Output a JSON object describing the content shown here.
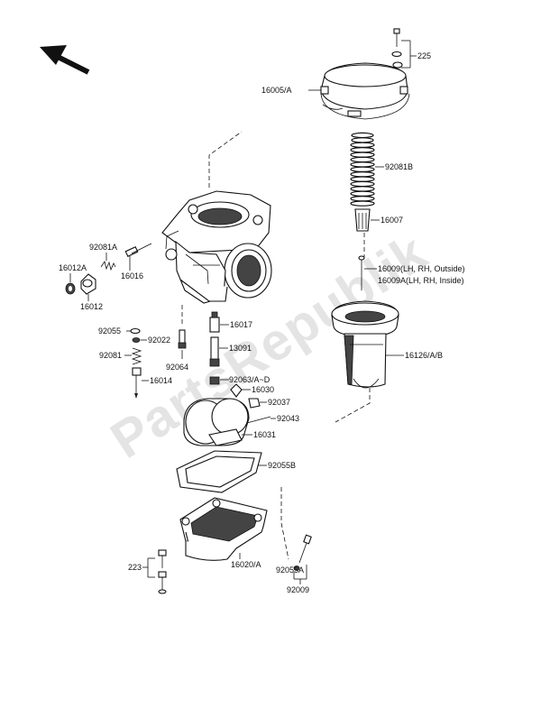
{
  "watermark": "PartsRepublik",
  "labels": {
    "l225": "225",
    "l16005": "16005/A",
    "l92081b": "92081B",
    "l16007": "16007",
    "l16009": "16009(LH, RH, Outside)",
    "l16009a": "16009A(LH, RH, Inside)",
    "l16126": "16126/A/B",
    "l92081a": "92081A",
    "l16012a": "16012A",
    "l16016": "16016",
    "l16012": "16012",
    "l16017": "16017",
    "l92055": "92055",
    "l92022": "92022",
    "l13091": "13091",
    "l92081": "92081",
    "l92064": "92064",
    "l92063": "92063/A~D",
    "l16014": "16014",
    "l16030": "16030",
    "l92037": "92037",
    "l92043": "92043",
    "l16031": "16031",
    "l92055b": "92055B",
    "l223": "223",
    "l16020": "16020/A",
    "l92055a": "92055A",
    "l92009": "92009"
  }
}
